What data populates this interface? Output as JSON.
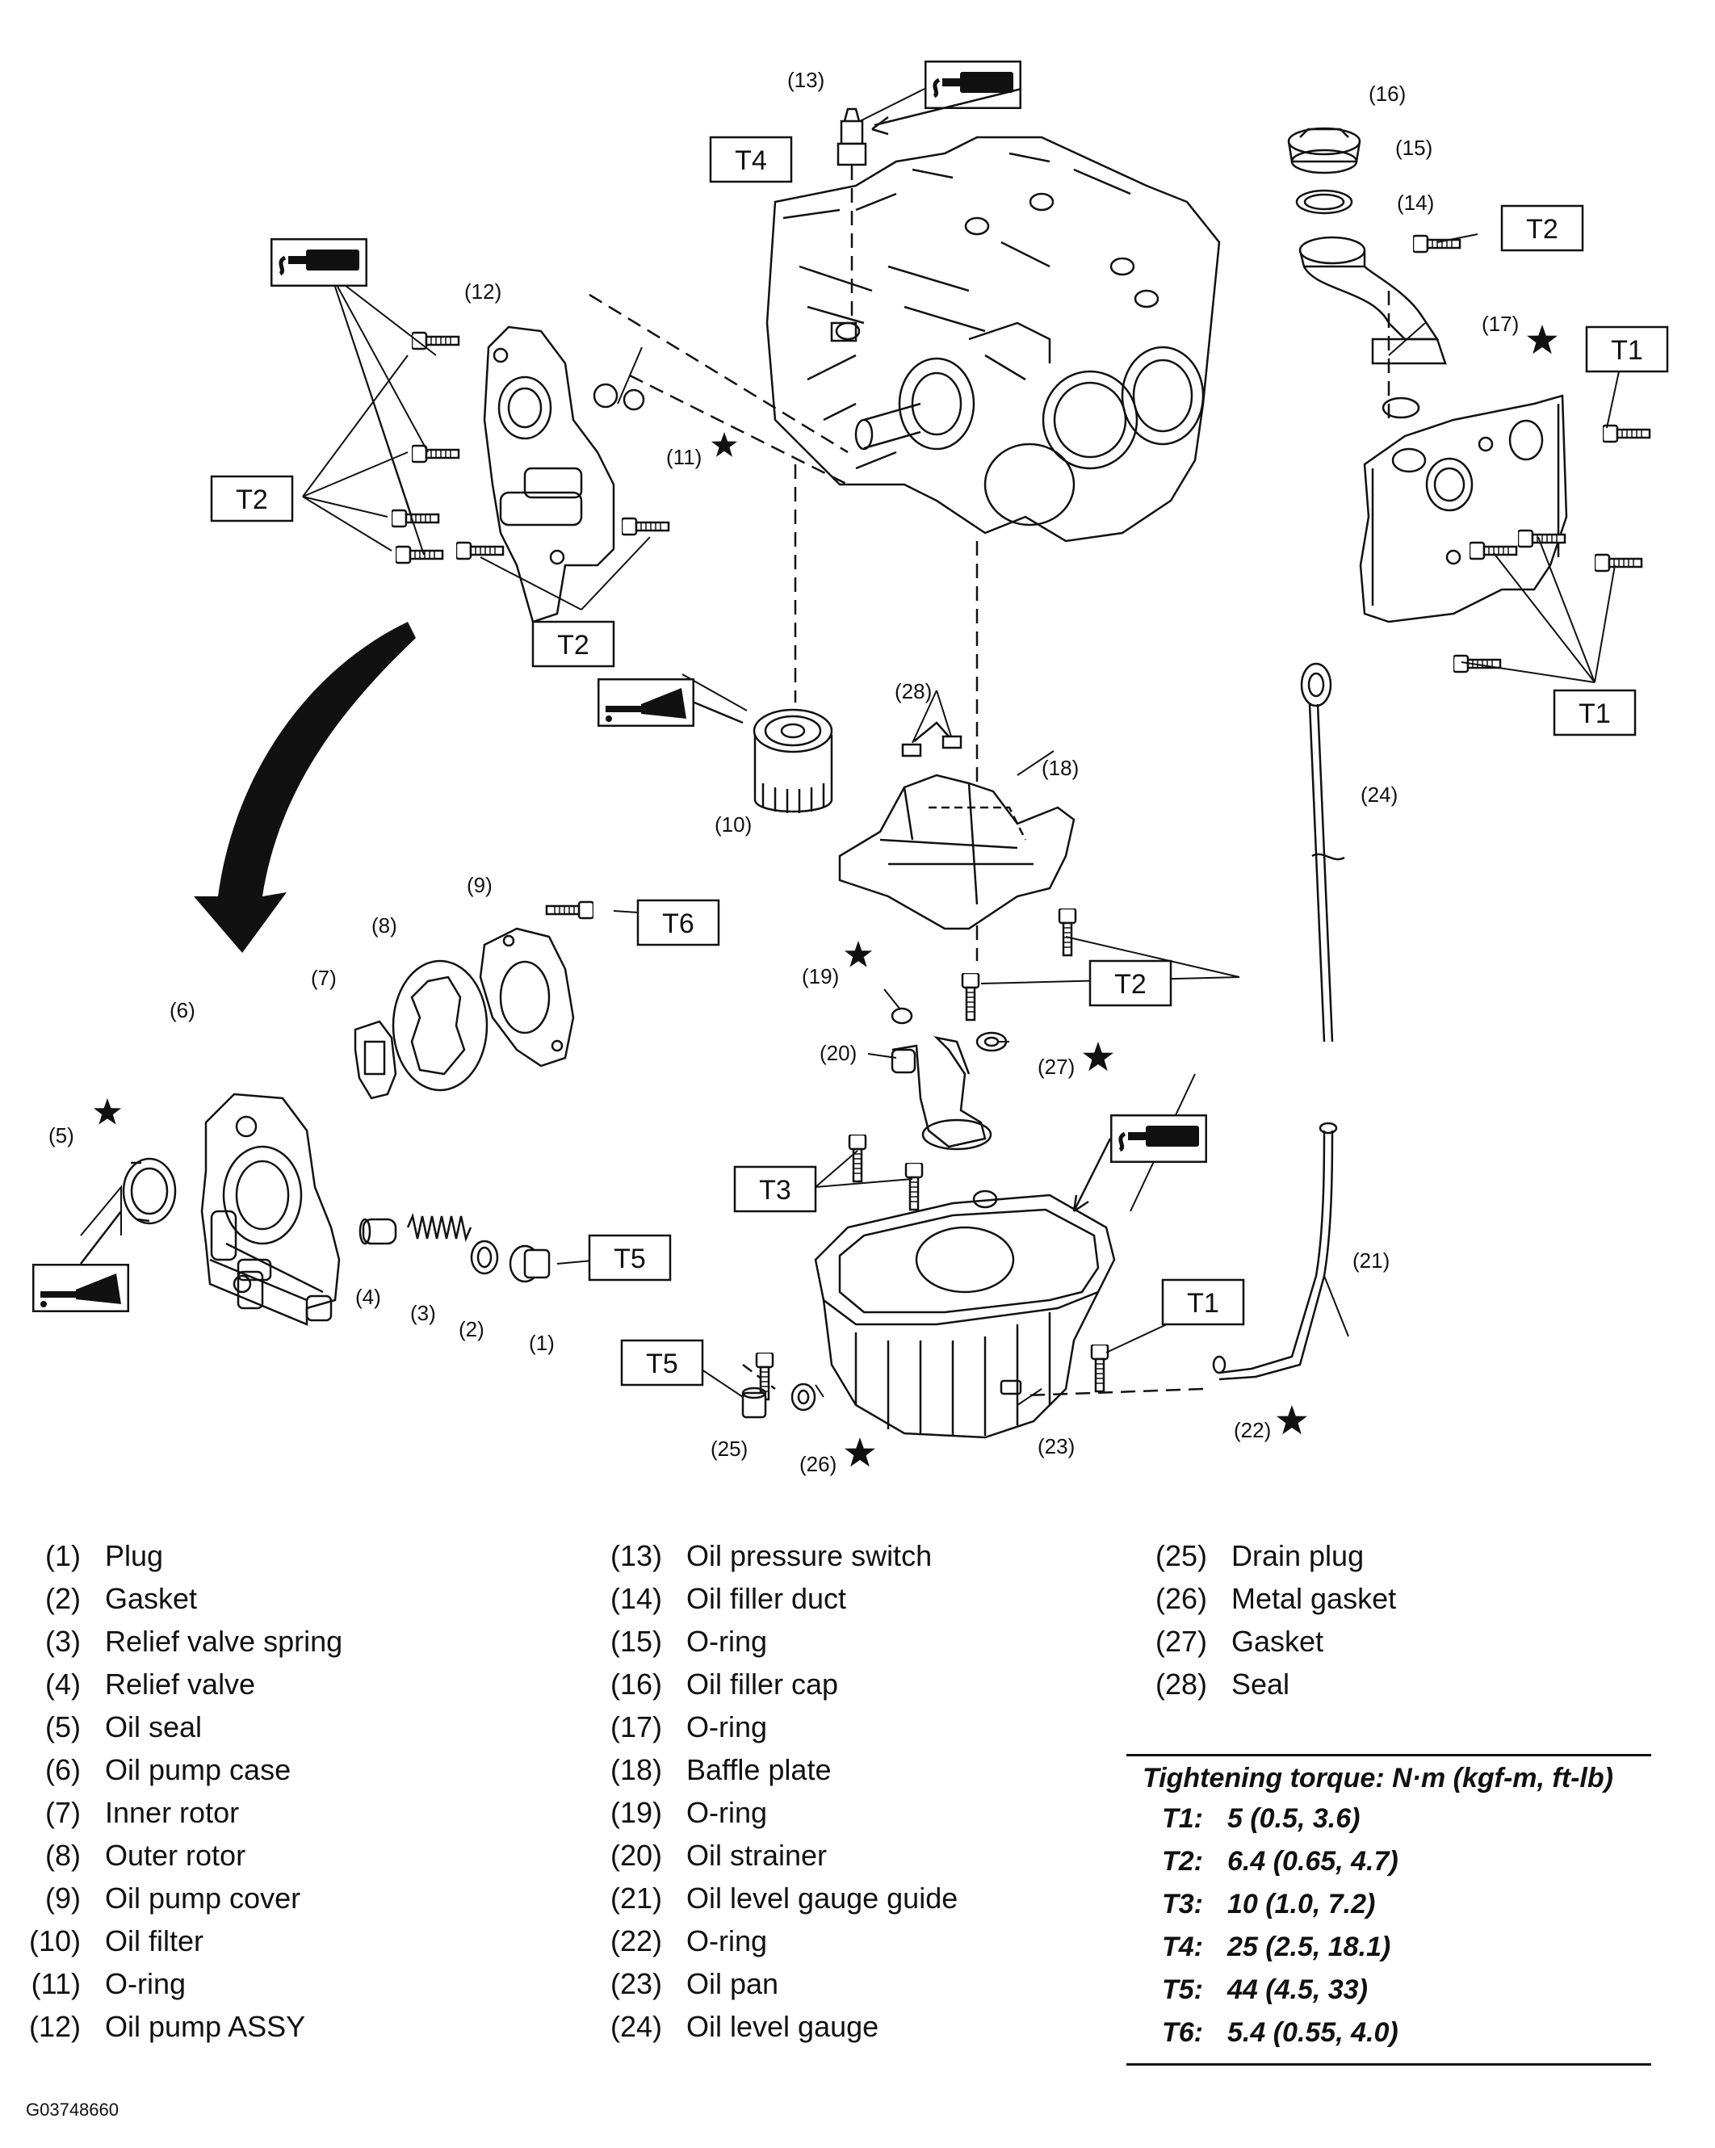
{
  "callouts": [
    "(1)",
    "(2)",
    "(3)",
    "(4)",
    "(5)",
    "(6)",
    "(7)",
    "(8)",
    "(9)",
    "(10)",
    "(11)",
    "(12)",
    "(13)",
    "(14)",
    "(15)",
    "(16)",
    "(17)",
    "(18)",
    "(19)",
    "(20)",
    "(21)",
    "(22)",
    "(23)",
    "(24)",
    "(25)",
    "(26)",
    "(27)",
    "(28)"
  ],
  "torque_tags": {
    "t1": "T1",
    "t2": "T2",
    "t3": "T3",
    "t4": "T4",
    "t5": "T5",
    "t6": "T6"
  },
  "legend": {
    "col1": [
      {
        "num": "(1)",
        "name": "Plug"
      },
      {
        "num": "(2)",
        "name": "Gasket"
      },
      {
        "num": "(3)",
        "name": "Relief valve spring"
      },
      {
        "num": "(4)",
        "name": "Relief valve"
      },
      {
        "num": "(5)",
        "name": "Oil seal"
      },
      {
        "num": "(6)",
        "name": "Oil pump case"
      },
      {
        "num": "(7)",
        "name": "Inner rotor"
      },
      {
        "num": "(8)",
        "name": "Outer rotor"
      },
      {
        "num": "(9)",
        "name": "Oil pump cover"
      },
      {
        "num": "(10)",
        "name": "Oil filter"
      },
      {
        "num": "(11)",
        "name": "O-ring"
      },
      {
        "num": "(12)",
        "name": "Oil pump ASSY"
      }
    ],
    "col2": [
      {
        "num": "(13)",
        "name": "Oil pressure switch"
      },
      {
        "num": "(14)",
        "name": "Oil filler duct"
      },
      {
        "num": "(15)",
        "name": "O-ring"
      },
      {
        "num": "(16)",
        "name": "Oil filler cap"
      },
      {
        "num": "(17)",
        "name": "O-ring"
      },
      {
        "num": "(18)",
        "name": "Baffle plate"
      },
      {
        "num": "(19)",
        "name": "O-ring"
      },
      {
        "num": "(20)",
        "name": "Oil strainer"
      },
      {
        "num": "(21)",
        "name": "Oil level gauge guide"
      },
      {
        "num": "(22)",
        "name": "O-ring"
      },
      {
        "num": "(23)",
        "name": "Oil pan"
      },
      {
        "num": "(24)",
        "name": "Oil level gauge"
      }
    ],
    "col3": [
      {
        "num": "(25)",
        "name": "Drain plug"
      },
      {
        "num": "(26)",
        "name": "Metal gasket"
      },
      {
        "num": "(27)",
        "name": "Gasket"
      },
      {
        "num": "(28)",
        "name": "Seal"
      }
    ]
  },
  "torque": {
    "title": "Tightening torque: N·m (kgf-m, ft-lb)",
    "rows": [
      {
        "key": "T1:",
        "value": "5 (0.5, 3.6)"
      },
      {
        "key": "T2:",
        "value": "6.4 (0.65, 4.7)"
      },
      {
        "key": "T3:",
        "value": "10 (1.0, 7.2)"
      },
      {
        "key": "T4:",
        "value": "25 (2.5, 18.1)"
      },
      {
        "key": "T5:",
        "value": "44 (4.5, 33)"
      },
      {
        "key": "T6:",
        "value": "5.4 (0.55, 4.0)"
      }
    ]
  },
  "figure_code": "G03748660",
  "colors": {
    "ink": "#111111",
    "paper": "#ffffff"
  }
}
